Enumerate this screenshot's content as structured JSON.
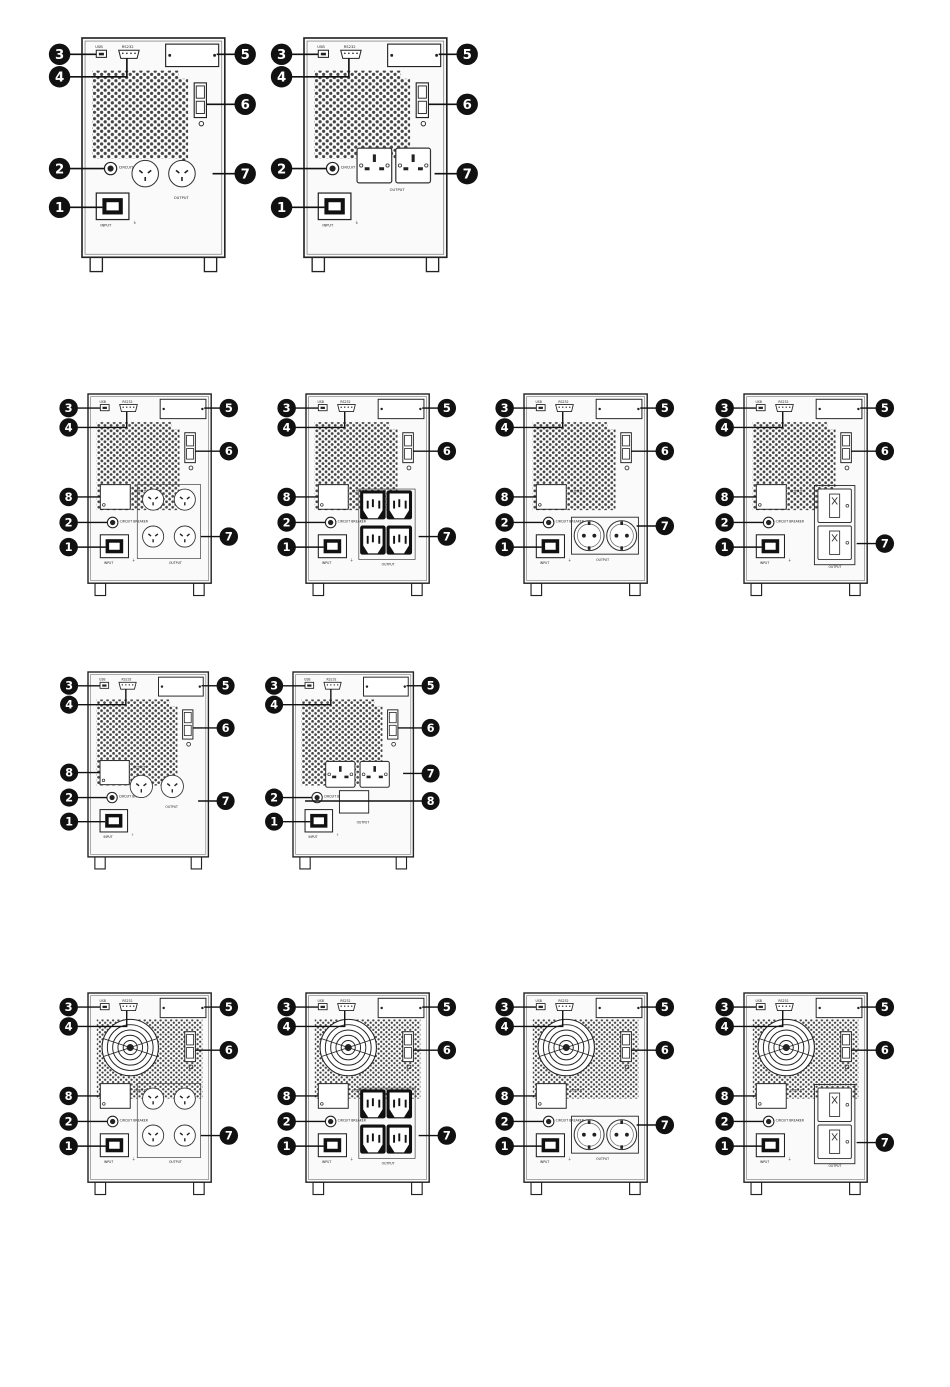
{
  "callouts": [
    "1",
    "2",
    "3",
    "4",
    "5",
    "6",
    "7",
    "8"
  ],
  "panel_labels": {
    "usb": "USB",
    "rs232": "RS232",
    "input": "INPUT",
    "output": "OUTPUT",
    "breaker": "CIRCUIT BREAKER",
    "ground": "⏚"
  },
  "panels": [
    {
      "id": "p1",
      "row": 1,
      "fan": false,
      "outlet": "au",
      "callouts": [
        "1",
        "2",
        "3",
        "4",
        "5",
        "6",
        "7"
      ]
    },
    {
      "id": "p2",
      "row": 1,
      "fan": false,
      "outlet": "uk",
      "callouts": [
        "1",
        "2",
        "3",
        "4",
        "5",
        "6",
        "7"
      ]
    },
    {
      "id": "p3",
      "row": 2,
      "fan": false,
      "outlet": "au4",
      "callouts": [
        "1",
        "2",
        "3",
        "4",
        "5",
        "6",
        "7",
        "8"
      ]
    },
    {
      "id": "p4",
      "row": 2,
      "fan": false,
      "outlet": "iec4",
      "callouts": [
        "1",
        "2",
        "3",
        "4",
        "5",
        "6",
        "7",
        "8"
      ]
    },
    {
      "id": "p5",
      "row": 2,
      "fan": false,
      "outlet": "schuko",
      "callouts": [
        "1",
        "2",
        "3",
        "4",
        "5",
        "6",
        "7",
        "8"
      ]
    },
    {
      "id": "p6",
      "row": 2,
      "fan": false,
      "outlet": "univ",
      "callouts": [
        "1",
        "2",
        "3",
        "4",
        "5",
        "6",
        "7",
        "8"
      ]
    },
    {
      "id": "p7",
      "row": 3,
      "fan": false,
      "outlet": "au",
      "callouts": [
        "1",
        "2",
        "3",
        "4",
        "5",
        "6",
        "7",
        "8"
      ]
    },
    {
      "id": "p8",
      "row": 3,
      "fan": false,
      "outlet": "uk_b",
      "callouts": [
        "1",
        "2",
        "3",
        "4",
        "5",
        "6",
        "7",
        "8"
      ]
    },
    {
      "id": "p9",
      "row": 4,
      "fan": true,
      "outlet": "au4",
      "callouts": [
        "1",
        "2",
        "3",
        "4",
        "5",
        "6",
        "7",
        "8"
      ]
    },
    {
      "id": "p10",
      "row": 4,
      "fan": true,
      "outlet": "iec4",
      "callouts": [
        "1",
        "2",
        "3",
        "4",
        "5",
        "6",
        "7",
        "8"
      ]
    },
    {
      "id": "p11",
      "row": 4,
      "fan": true,
      "outlet": "schuko",
      "callouts": [
        "1",
        "2",
        "3",
        "4",
        "5",
        "6",
        "7",
        "8"
      ]
    },
    {
      "id": "p12",
      "row": 4,
      "fan": true,
      "outlet": "univ",
      "callouts": [
        "1",
        "2",
        "3",
        "4",
        "5",
        "6",
        "7",
        "8"
      ]
    }
  ]
}
